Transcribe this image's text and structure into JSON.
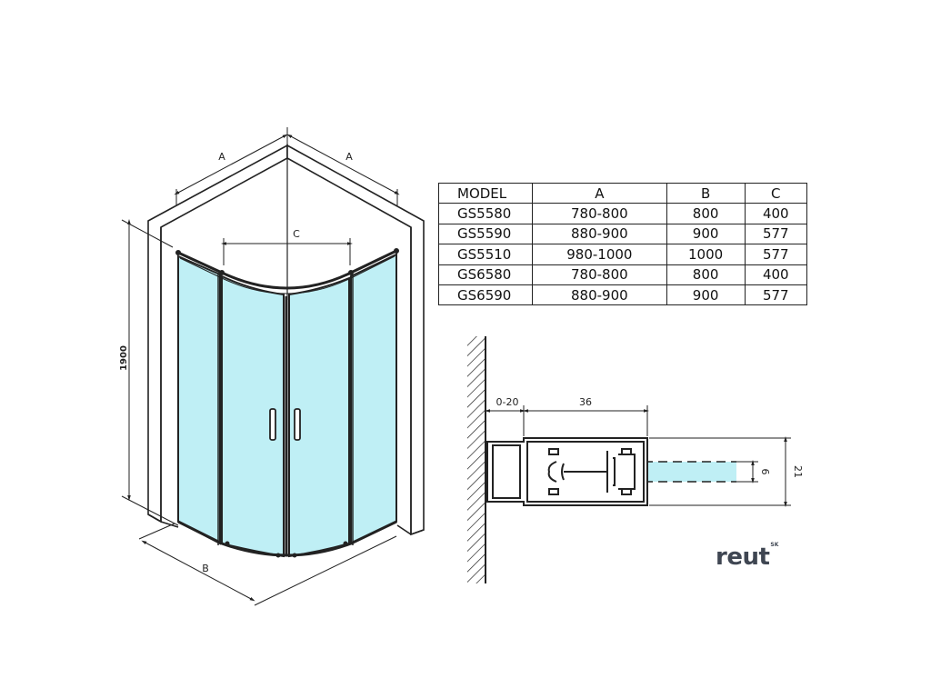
{
  "dimension_labels": {
    "a_left": "A",
    "a_right": "A",
    "c": "C",
    "b": "B",
    "height": "1900"
  },
  "profile_labels": {
    "gap": "0-20",
    "profile_width": "36",
    "profile_height": "21",
    "glass_thickness": "6"
  },
  "table": {
    "headers": [
      "MODEL",
      "A",
      "B",
      "C"
    ],
    "rows": [
      [
        "GS5580",
        "780-800",
        "800",
        "400"
      ],
      [
        "GS5590",
        "880-900",
        "900",
        "577"
      ],
      [
        "GS5510",
        "980-1000",
        "1000",
        "577"
      ],
      [
        "GS6580",
        "780-800",
        "800",
        "400"
      ],
      [
        "GS6590",
        "880-900",
        "900",
        "577"
      ]
    ]
  },
  "logo": {
    "text": "reut",
    "superscript": "SK"
  },
  "colors": {
    "glass": "#bfeff5",
    "line": "#222222"
  }
}
